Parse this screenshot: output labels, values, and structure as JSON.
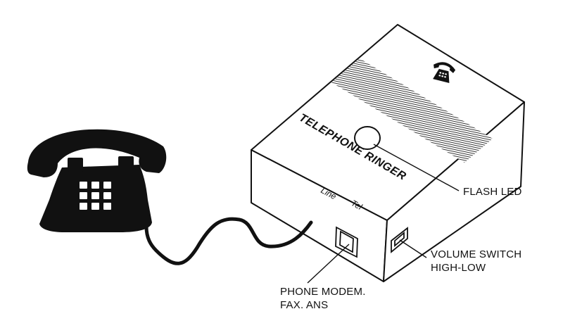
{
  "device": {
    "title": "TELEPHONE RINGER",
    "port_line": "Line",
    "port_tel": "Tel"
  },
  "callouts": {
    "flash_led": "FLASH LED",
    "volume_switch": [
      "VOLUME SWITCH",
      "HIGH-LOW"
    ],
    "phone_port": [
      "PHONE MODEM.",
      "FAX. ANS"
    ]
  },
  "icons": [
    "telephone-icon",
    "small-telephone-icon",
    "cord",
    "led",
    "speaker-grille",
    "rj11-jack",
    "volume-switch"
  ]
}
